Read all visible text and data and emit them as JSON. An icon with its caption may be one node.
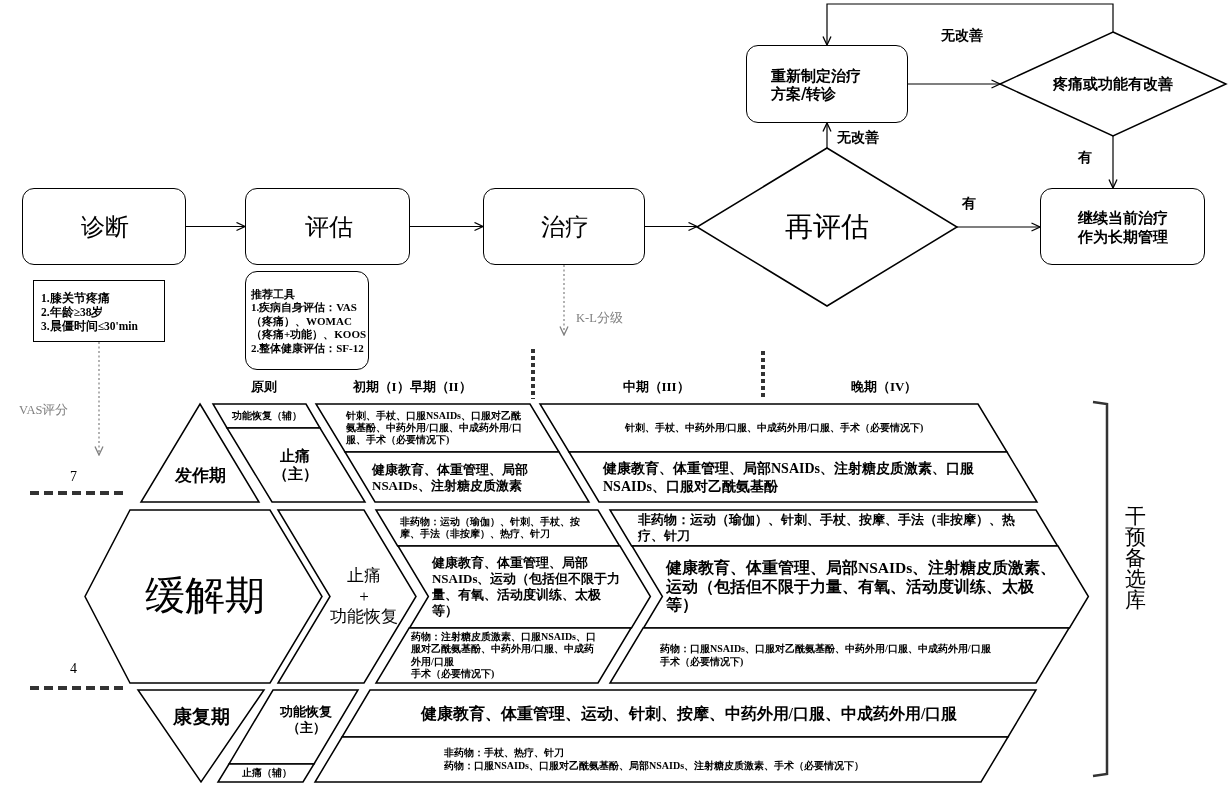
{
  "diagram": {
    "nodes": [
      {
        "text": [
          "重新制定治疗方案/转诊"
        ]
      },
      {
        "text": [
          "疼痛或功能有改善"
        ]
      },
      {
        "text": [
          "诊断"
        ]
      },
      {
        "text": [
          "评估"
        ]
      },
      {
        "text": [
          "治疗"
        ]
      },
      {
        "text": [
          "再评估"
        ]
      },
      {
        "text": [
          "继续当前治疗作为长期管理"
        ]
      },
      {
        "text": [
          "1.膝关节疼痛",
          "2.年龄≥38岁",
          "3.晨僵时间≤30'min"
        ]
      },
      {
        "text": [
          "推荐工具",
          "1.疾病自身评估：VAS（疼痛）、WOMAC（疼痛+功能）、KOOS",
          "2.整体健康评估：SF-12"
        ]
      },
      {
        "text": [
          "发作期"
        ]
      },
      {
        "text": [
          "功能恢复（辅）"
        ]
      },
      {
        "text": [
          "针刺、手杖、口服NSAIDs、口服对乙酰氨基酚、中药外用/口服、中成药外用/口服、手术（必要情况下)"
        ]
      },
      {
        "text": [
          "针刺、手杖、中药外用/口服、中成药外用/口服、手术（必要情况下)"
        ]
      },
      {
        "text": [
          "止痛（主）"
        ]
      },
      {
        "text": [
          "健康教育、体重管理、局部NSAIDs、注射糖皮质激素"
        ]
      },
      {
        "text": [
          "健康教育、体重管理、局部NSAIDs、注射糖皮质激素、口服NSAIDs、口服对乙酰氨基酚"
        ]
      },
      {
        "text": [
          "缓解期"
        ]
      },
      {
        "text": [
          "止痛",
          "+",
          "功能恢复"
        ]
      },
      {
        "text": [
          "非药物：运动（瑜伽）、针刺、手杖、按摩、手法（非按摩）、热疗、针刀"
        ]
      },
      {
        "text": [
          "非药物：运动（瑜伽）、针刺、手杖、按摩、手法（非按摩）、热疗、针刀"
        ]
      },
      {
        "text": [
          "健康教育、体重管理、局部NSAIDs、运动（包括但不限于力量、有氧、活动度训练、太极等）"
        ]
      },
      {
        "text": [
          "健康教育、体重管理、局部NSAIDs、注射糖皮质激素、运动（包括但不限于力量、有氧、活动度训练、太极等）"
        ]
      },
      {
        "text": [
          "药物：注射糖皮质激素、口服NSAIDs、口服对乙酰氨基酚、中药外用/口服、中成药外用/口服",
          "手术（必要情况下)"
        ]
      },
      {
        "text": [
          "药物：口服NSAIDs、口服对乙酰氨基酚、中药外用/口服、中成药外用/口服",
          "手术（必要情况下)"
        ]
      },
      {
        "text": [
          "康复期"
        ]
      },
      {
        "text": [
          "功能恢复（主）"
        ]
      },
      {
        "text": [
          "健康教育、体重管理、运动、针刺、按摩、中药外用/口服、中成药外用/口服"
        ]
      },
      {
        "text": [
          "止痛（辅）"
        ]
      },
      {
        "text": [
          "非药物：手杖、热疗、针刀",
          "药物：口服NSAIDs、口服对乙酰氨基酚、局部NSAIDs、注射糖皮质激素、手术（必要情况下）"
        ]
      }
    ],
    "edges": [
      {
        "from": 2,
        "to": 3,
        "arrow": "to"
      },
      {
        "from": 3,
        "to": 4,
        "arrow": "to"
      },
      {
        "from": 4,
        "to": 5,
        "arrow": "to"
      },
      {
        "from": 5,
        "to": 6,
        "label": "有",
        "arrow": "to"
      },
      {
        "from": 5,
        "to": 0,
        "label": "无改善",
        "arrow": "to"
      },
      {
        "from": 0,
        "to": 1,
        "arrow": "to"
      },
      {
        "from": 1,
        "to": 6,
        "label": "有",
        "arrow": "to"
      },
      {
        "from": 1,
        "to": 0,
        "label": "无改善",
        "arrow": "to"
      },
      {
        "from": 7,
        "to": null,
        "label": "VAS评分",
        "arrow": "to",
        "style": "dashed",
        "color": "#7f7f7f"
      },
      {
        "from": 4,
        "to": null,
        "label": "K-L分级",
        "arrow": "to",
        "style": "dashed",
        "color": "#7f7f7f"
      }
    ],
    "labels": [
      "原则",
      "初期（I）早期（II）",
      "中期（III）",
      "晚期（IV）",
      "7",
      "干预备选库",
      "4"
    ]
  }
}
